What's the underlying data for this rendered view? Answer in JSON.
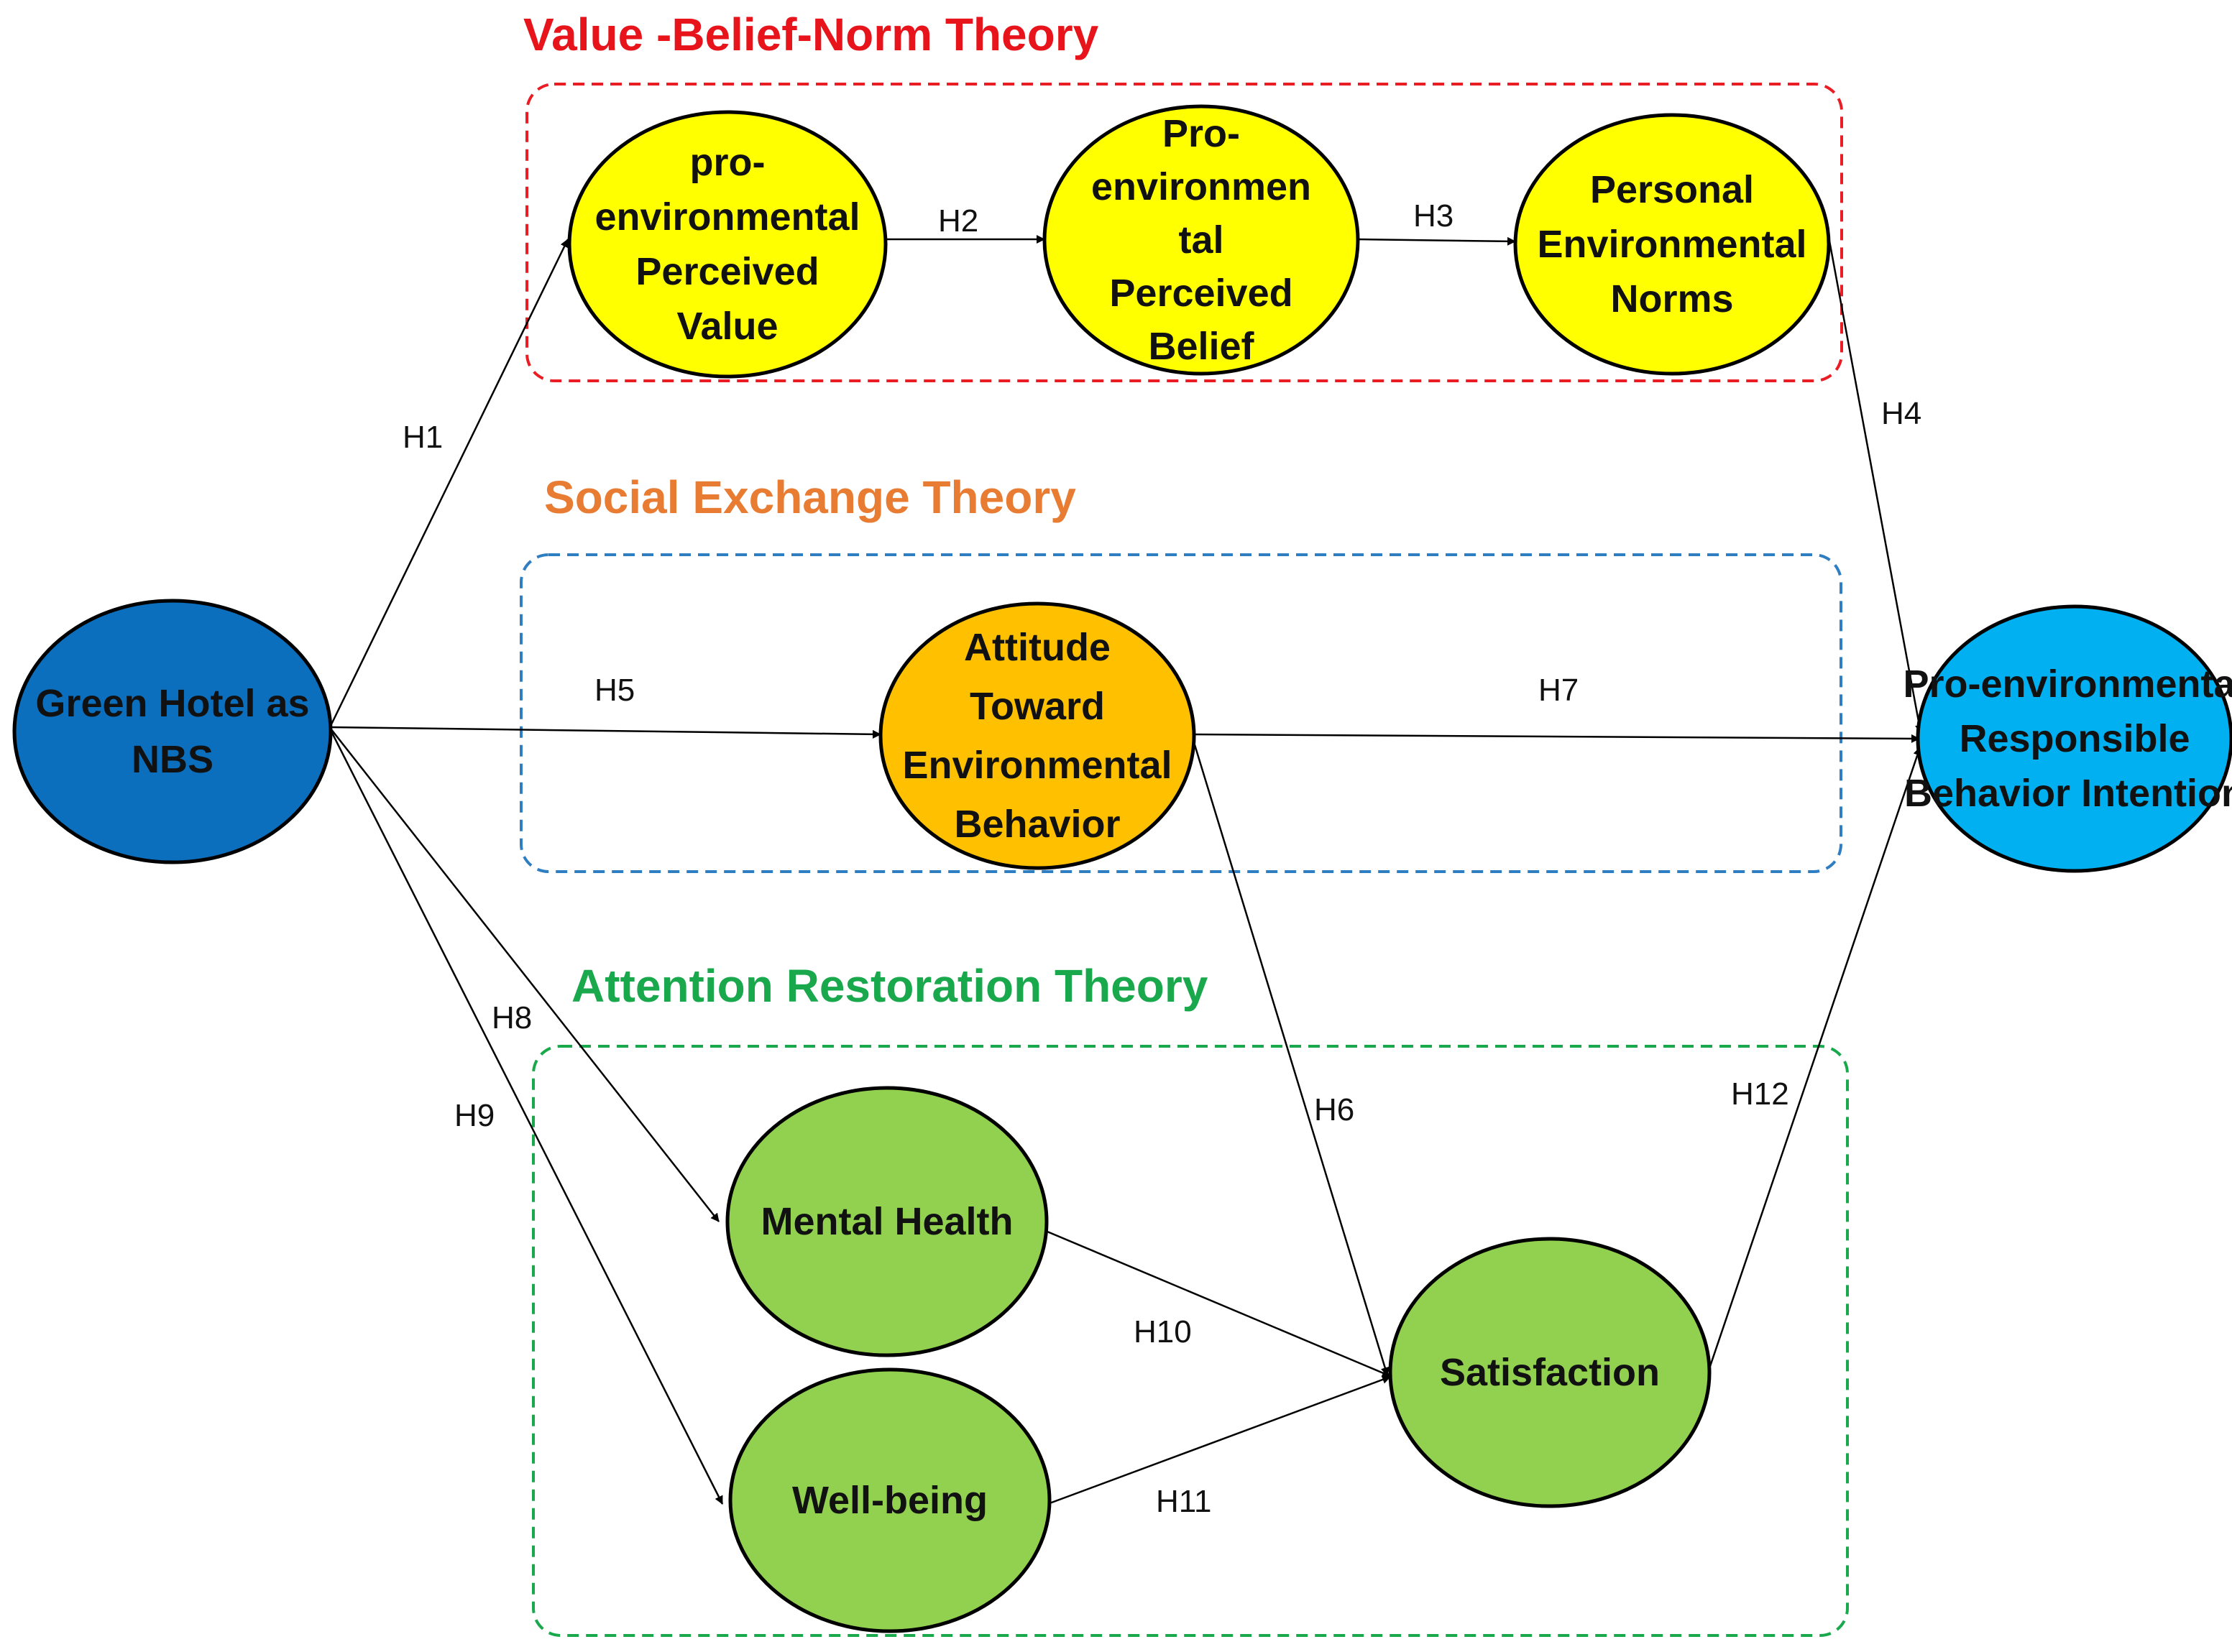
{
  "theories": {
    "vbn": {
      "title": "Value -Belief-Norm Theory",
      "color": "#e8141b",
      "box_color": "#ea1c24"
    },
    "set": {
      "title": "Social Exchange Theory",
      "color": "#e87c32",
      "box_color": "#2f7ec2"
    },
    "art": {
      "title": "Attention Restoration Theory",
      "color": "#1aa84d",
      "box_color": "#1aa84d"
    }
  },
  "nodes": {
    "green_hotel": {
      "lines": [
        "Green Hotel as",
        "NBS"
      ],
      "fill": "#0b6fbe"
    },
    "perceived_value": {
      "lines": [
        "pro-",
        "environmental",
        "Perceived",
        "Value"
      ],
      "fill": "#ffff00"
    },
    "perceived_belief": {
      "lines": [
        "Pro-",
        "environmen",
        "tal",
        "Perceived",
        "Belief"
      ],
      "fill": "#ffff00"
    },
    "personal_norms": {
      "lines": [
        "Personal",
        "Environmental",
        "Norms"
      ],
      "fill": "#ffff00"
    },
    "attitude": {
      "lines": [
        "Attitude",
        "Toward",
        "Environmental",
        "Behavior"
      ],
      "fill": "#ffc000"
    },
    "intention": {
      "lines": [
        "Pro-environmental",
        "Responsible",
        "Behavior Intention"
      ],
      "fill": "#00b0f0"
    },
    "mental_health": {
      "lines": [
        "Mental Health"
      ],
      "fill": "#92d050"
    },
    "well_being": {
      "lines": [
        "Well-being"
      ],
      "fill": "#92d050"
    },
    "satisfaction": {
      "lines": [
        "Satisfaction"
      ],
      "fill": "#92d050"
    }
  },
  "hypotheses": {
    "h1": "H1",
    "h2": "H2",
    "h3": "H3",
    "h4": "H4",
    "h5": "H5",
    "h6": "H6",
    "h7": "H7",
    "h8": "H8",
    "h9": "H9",
    "h10": "H10",
    "h11": "H11",
    "h12": "H12"
  },
  "edges": [
    {
      "id": "h1",
      "from": "green_hotel",
      "to": "perceived_value"
    },
    {
      "id": "h2",
      "from": "perceived_value",
      "to": "perceived_belief"
    },
    {
      "id": "h3",
      "from": "perceived_belief",
      "to": "personal_norms"
    },
    {
      "id": "h4",
      "from": "personal_norms",
      "to": "intention"
    },
    {
      "id": "h5",
      "from": "green_hotel",
      "to": "attitude"
    },
    {
      "id": "h6",
      "from": "attitude",
      "to": "satisfaction"
    },
    {
      "id": "h7",
      "from": "attitude",
      "to": "intention"
    },
    {
      "id": "h8",
      "from": "green_hotel",
      "to": "mental_health"
    },
    {
      "id": "h9",
      "from": "green_hotel",
      "to": "well_being"
    },
    {
      "id": "h10",
      "from": "mental_health",
      "to": "satisfaction"
    },
    {
      "id": "h11",
      "from": "well_being",
      "to": "satisfaction"
    },
    {
      "id": "h12",
      "from": "satisfaction",
      "to": "intention"
    }
  ]
}
